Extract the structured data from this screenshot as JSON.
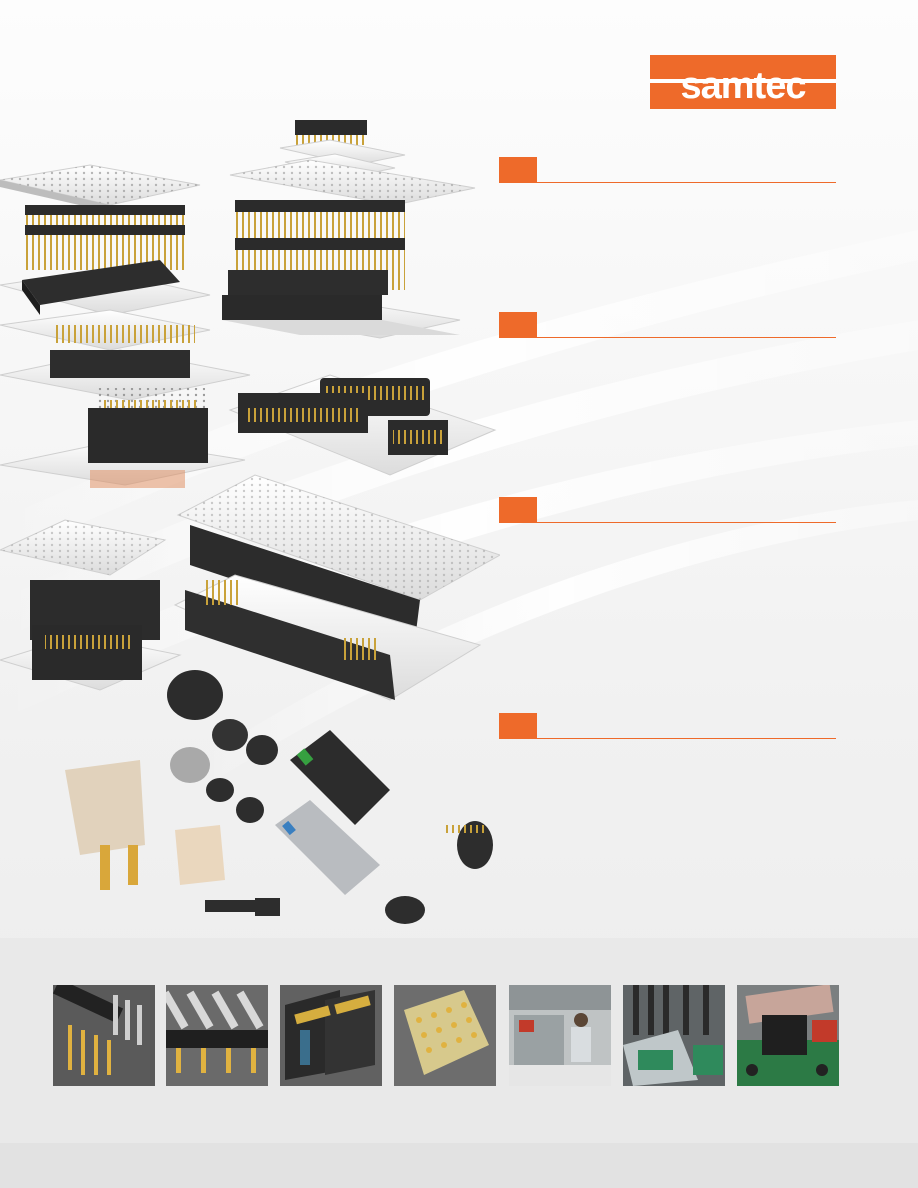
{
  "brand": {
    "logo_text": "samtec",
    "colors": {
      "primary": "#ee6a2a",
      "text": "#ffffff",
      "section_rule": "#ee6a2a"
    }
  },
  "sections": [
    {
      "id": "section-1",
      "heading": ""
    },
    {
      "id": "section-2",
      "heading": ""
    },
    {
      "id": "section-3",
      "heading": ""
    },
    {
      "id": "section-4",
      "heading": ""
    }
  ],
  "product_art": {
    "icon": "connector-collage-illustration"
  },
  "thumbnails": [
    {
      "icon": "right-angle-header-photo"
    },
    {
      "icon": "terminal-strip-photo"
    },
    {
      "icon": "power-connector-photo"
    },
    {
      "icon": "pin-array-photo"
    },
    {
      "icon": "factory-worker-photo"
    },
    {
      "icon": "assembly-machine-photo"
    },
    {
      "icon": "pcb-test-fixture-photo"
    }
  ]
}
